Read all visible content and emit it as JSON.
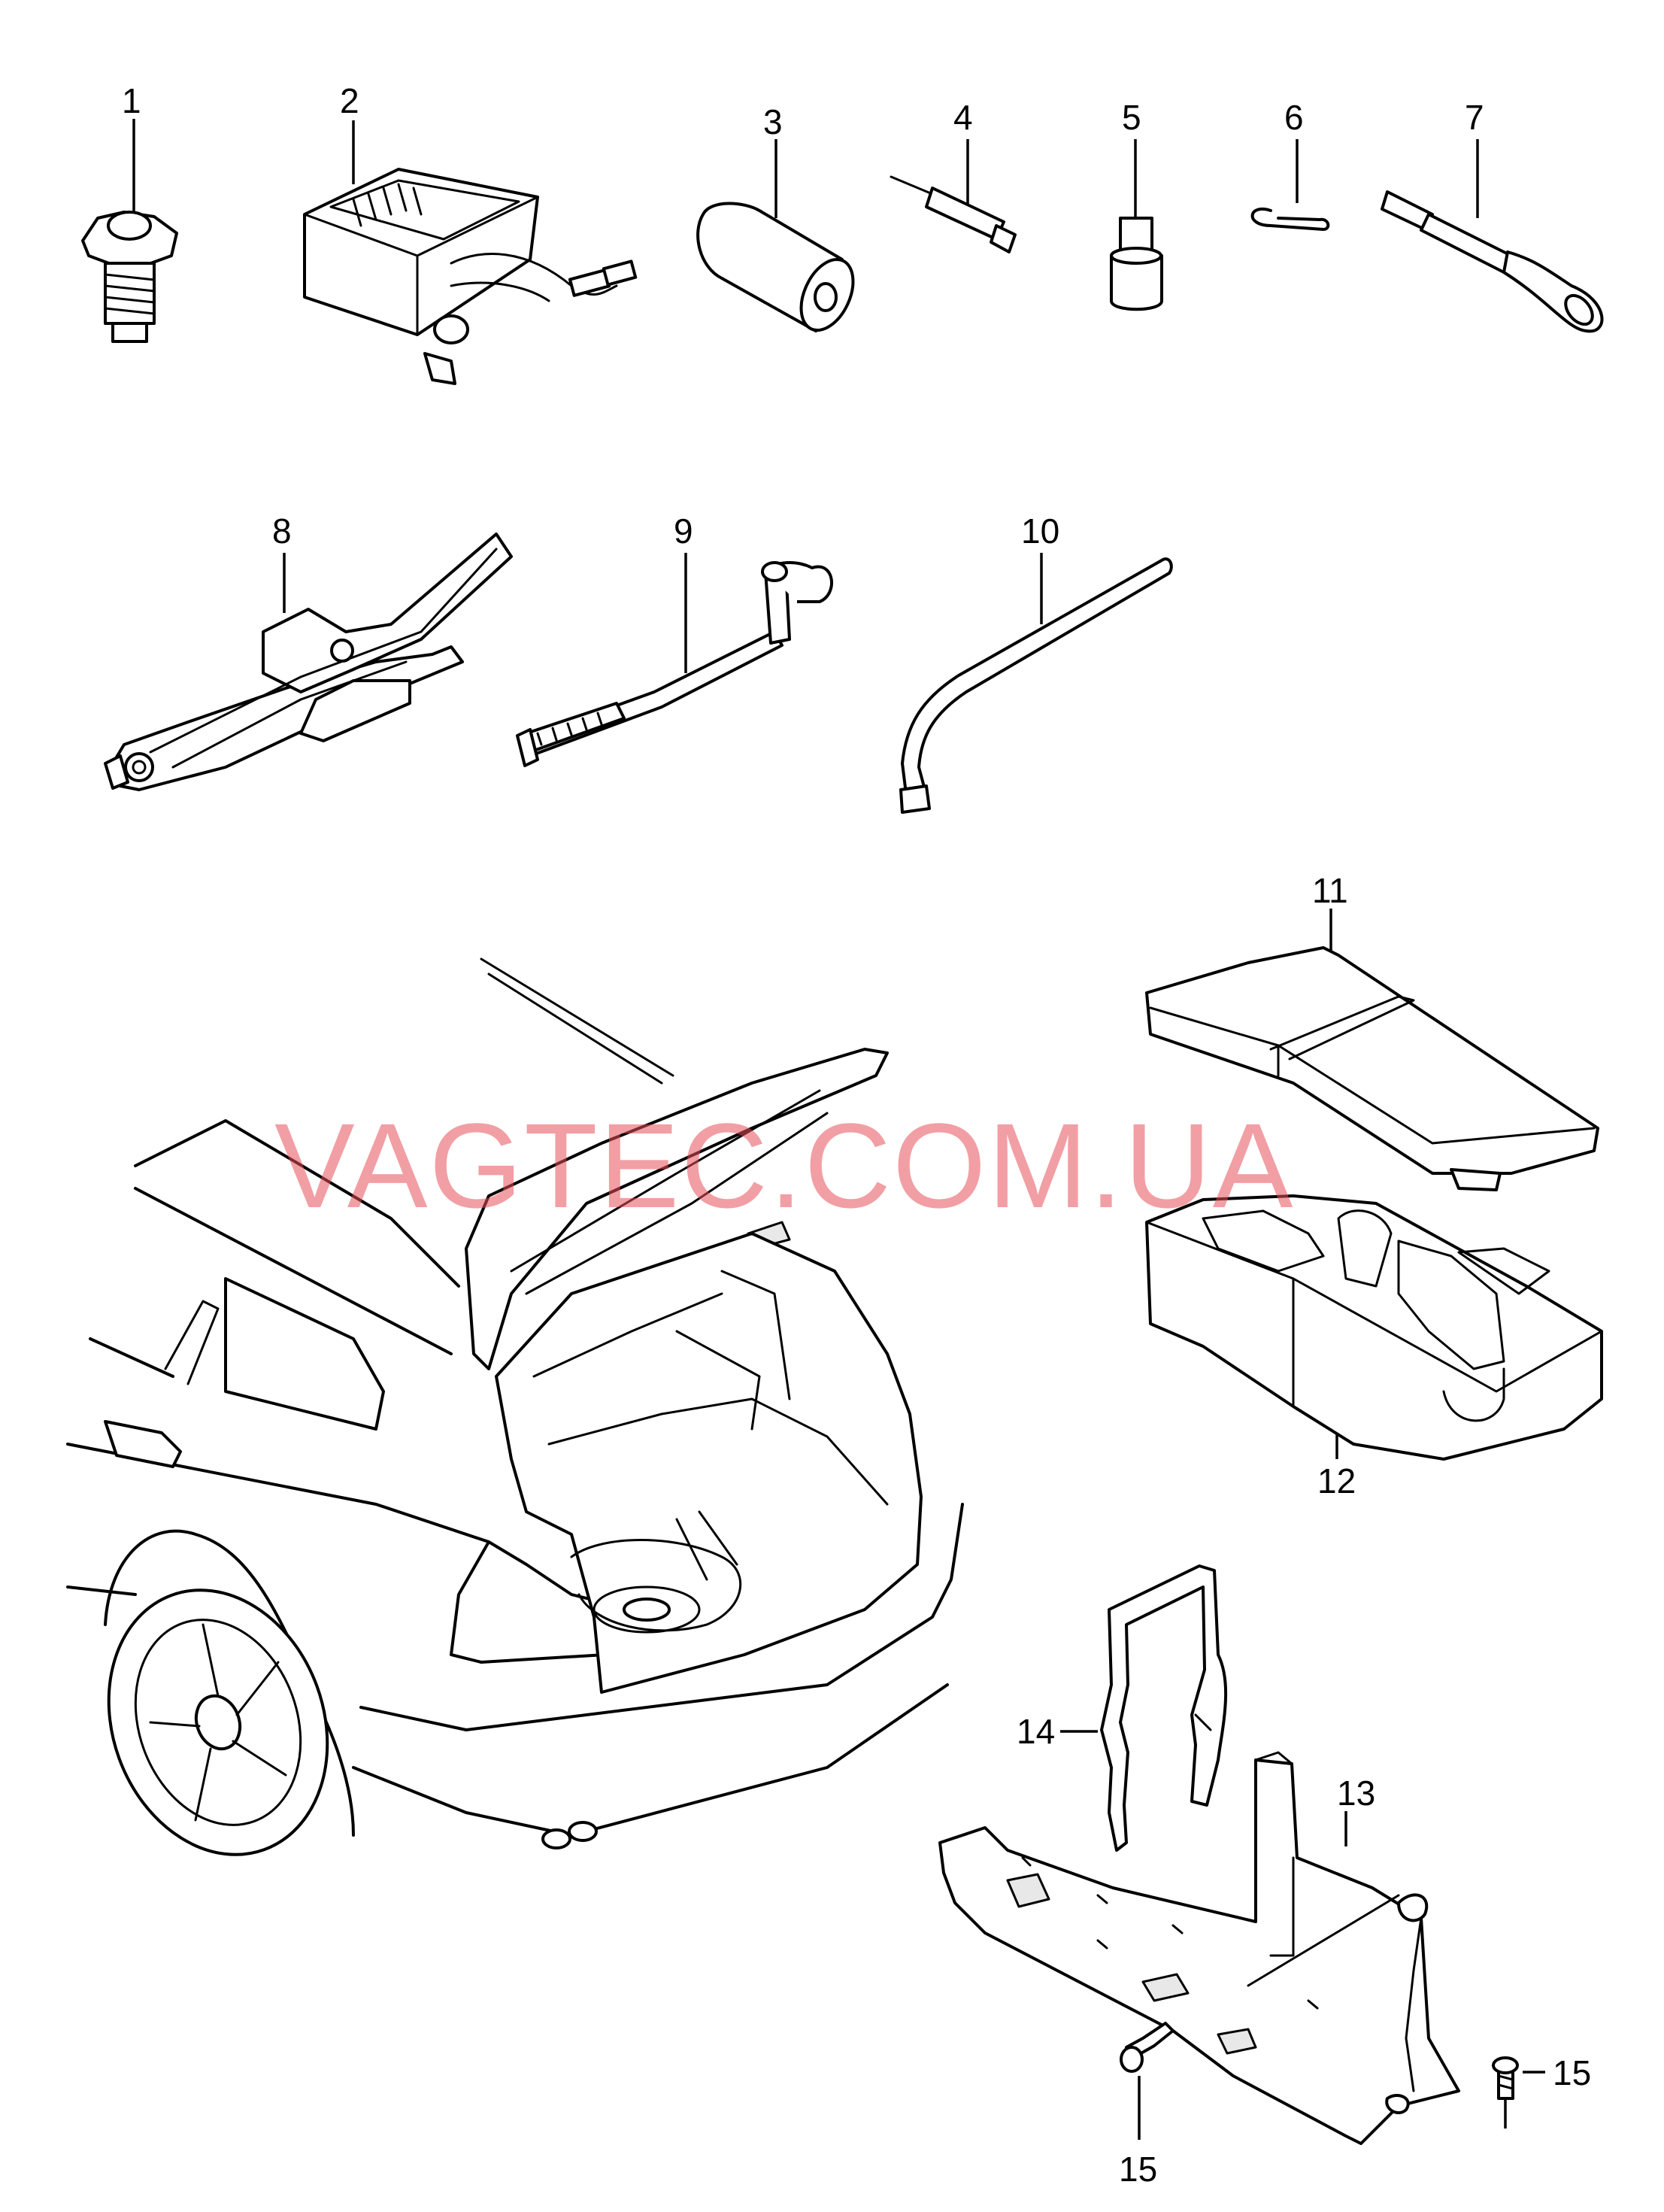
{
  "diagram": {
    "watermark": "VAGTEC.COM.UA",
    "callouts": [
      "1",
      "2",
      "3",
      "4",
      "5",
      "6",
      "7",
      "8",
      "9",
      "10",
      "11",
      "12",
      "13",
      "14",
      "15",
      "15"
    ]
  },
  "colors": {
    "line": "#000000",
    "background": "#ffffff",
    "watermark": "#e5505a"
  },
  "icons": [
    "wheel-bolt-part",
    "tyre-inflator-compressor",
    "sealant-bottle",
    "valve-insert-tool",
    "lock-bolt-adapter",
    "clip",
    "towing-eye",
    "scissor-jack",
    "jack-crank-handle",
    "wheel-wrench",
    "foam-cover",
    "foam-tray",
    "mounting-bracket",
    "retaining-strap",
    "screw",
    "car-rear-view"
  ]
}
